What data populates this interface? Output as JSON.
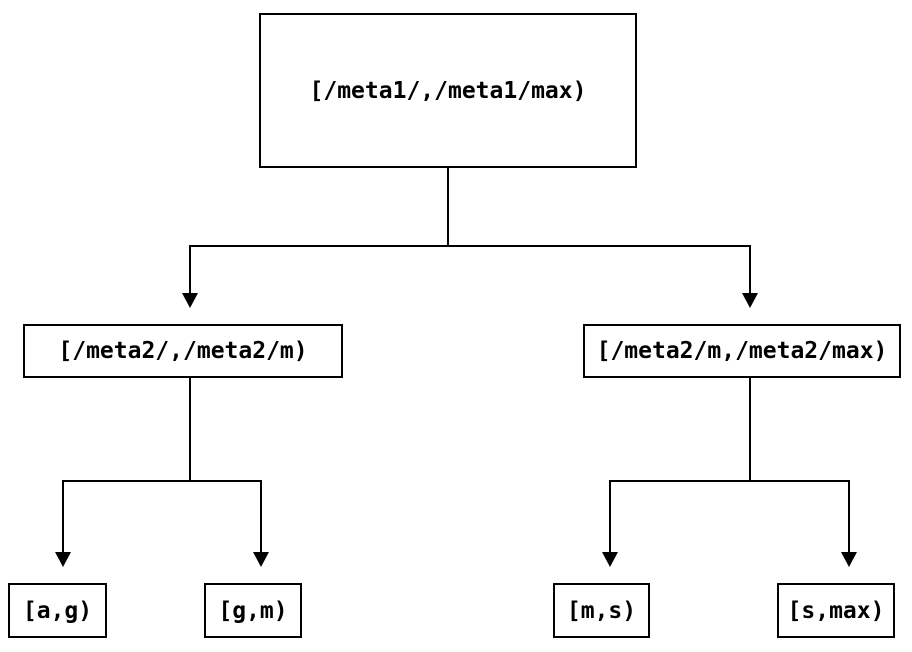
{
  "diagram": {
    "type": "tree",
    "description": "Key-range partitioning tree: a meta1 range splits into two meta2 ranges, each splitting into two leaf key ranges.",
    "tree": {
      "root": {
        "label": "[/meta1/,/meta1/max)",
        "children": [
          {
            "label": "[/meta2/,/meta2/m)",
            "children": [
              {
                "label": "[a,g)"
              },
              {
                "label": "[g,m)"
              }
            ]
          },
          {
            "label": "[/meta2/m,/meta2/max)",
            "children": [
              {
                "label": "[m,s)"
              },
              {
                "label": "[s,max)"
              }
            ]
          }
        ]
      }
    },
    "colors": {
      "line": "#000000",
      "text": "#000000",
      "background": "#ffffff"
    }
  }
}
